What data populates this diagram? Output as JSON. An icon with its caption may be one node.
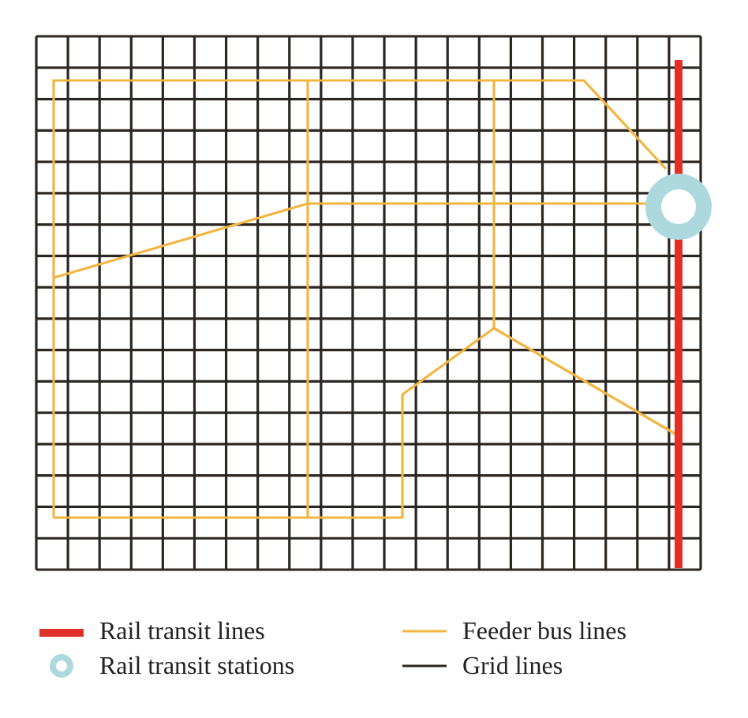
{
  "diagram": {
    "legend": [
      {
        "text": "Rail transit lines"
      },
      {
        "text": "Rail transit stations"
      },
      {
        "text": "Feeder bus lines"
      },
      {
        "text": "Grid lines"
      }
    ]
  }
}
